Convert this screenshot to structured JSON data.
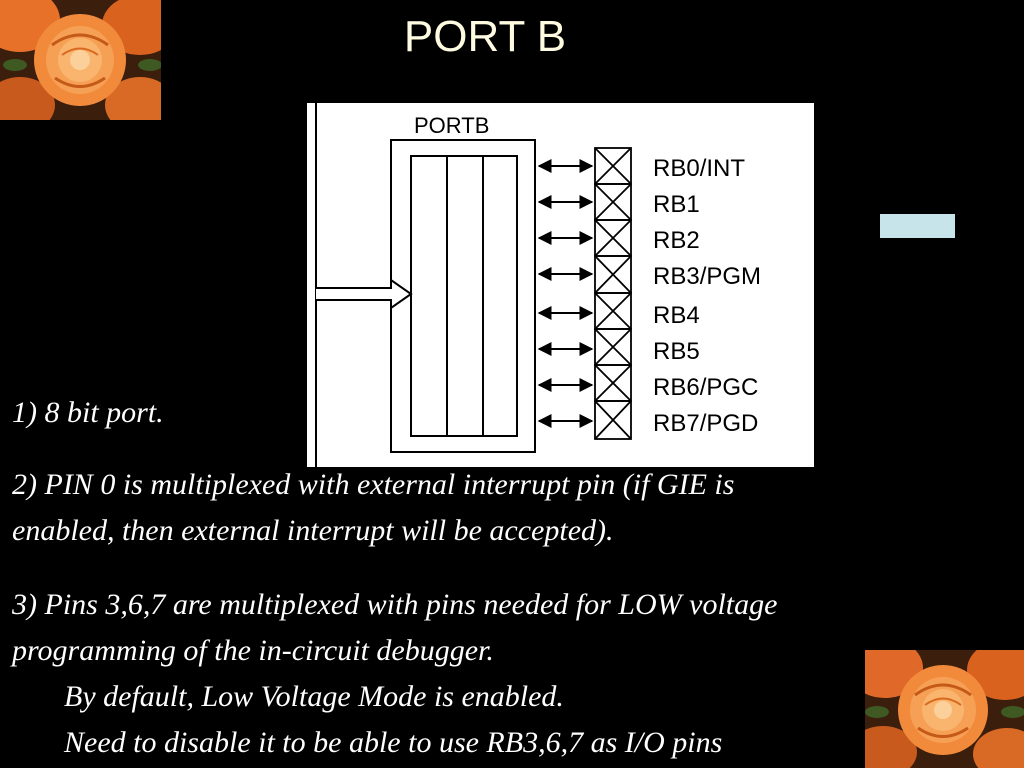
{
  "slide": {
    "title": "PORT B",
    "accent_swatch_color": "#c6e4ea"
  },
  "diagram": {
    "block_label": "PORTB",
    "pins": [
      "RB0/INT",
      "RB1",
      "RB2",
      "RB3/PGM",
      "RB4",
      "RB5",
      "RB6/PGC",
      "RB7/PGD"
    ]
  },
  "body": {
    "point1": "1) 8 bit port.",
    "point2_line1": "2) PIN 0 is multiplexed with external interrupt pin (if GIE is",
    "point2_line2": "enabled, then external interrupt will be accepted).",
    "point3_line1": "3) Pins 3,6,7 are multiplexed with pins needed for LOW voltage",
    "point3_line2": "programming of the in-circuit debugger.",
    "point3_line3": "By default, Low Voltage Mode is enabled.",
    "point3_line4": "Need to disable it to be able to use RB3,6,7 as I/O pins"
  },
  "decorations": {
    "top_left_image": "orange-roses-photo",
    "bottom_right_image": "orange-roses-photo"
  }
}
